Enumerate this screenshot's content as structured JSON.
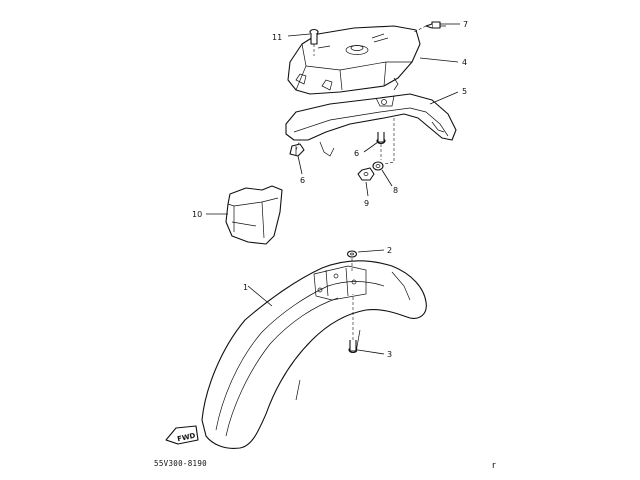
{
  "callouts": [
    {
      "id": "1",
      "text": "1"
    },
    {
      "id": "2",
      "text": "2"
    },
    {
      "id": "3",
      "text": "3"
    },
    {
      "id": "4",
      "text": "4"
    },
    {
      "id": "5",
      "text": "5"
    },
    {
      "id": "6a",
      "text": "6"
    },
    {
      "id": "6b",
      "text": "6"
    },
    {
      "id": "7",
      "text": "7"
    },
    {
      "id": "8",
      "text": "8"
    },
    {
      "id": "9",
      "text": "9"
    },
    {
      "id": "10",
      "text": "10"
    },
    {
      "id": "11",
      "text": "11"
    }
  ],
  "diagram_code": "55V300-8190",
  "direction_badge": "FWD",
  "corner_mark": "r"
}
